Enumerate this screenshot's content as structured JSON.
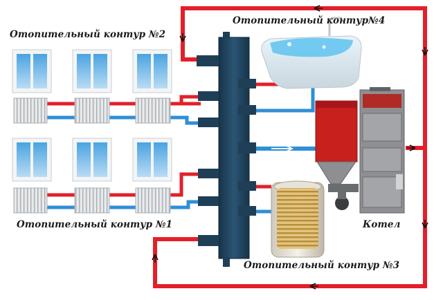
{
  "labels": {
    "circuit2": "Отопительный контур №2",
    "circuit4": "Отопительный контур№4",
    "circuit1": "Отопительный контур №1",
    "circuit3": "Отопительный контур №3",
    "boiler": "Котел"
  },
  "colors": {
    "supply": "#e3202a",
    "return": "#2f8fd8",
    "manifold": "#1f3f57",
    "boiler_red": "#c8201c",
    "boiler_grey": "#8d8f93",
    "arrow": "#111111"
  },
  "icons": {
    "window": "window-icon",
    "radiator": "radiator-icon",
    "bathtub": "bathtub-icon",
    "boiler": "boiler-icon",
    "hopper": "pellet-hopper-icon",
    "tank": "water-heater-tank-icon",
    "manifold": "distribution-manifold-icon",
    "arrow": "flow-arrow-icon"
  }
}
